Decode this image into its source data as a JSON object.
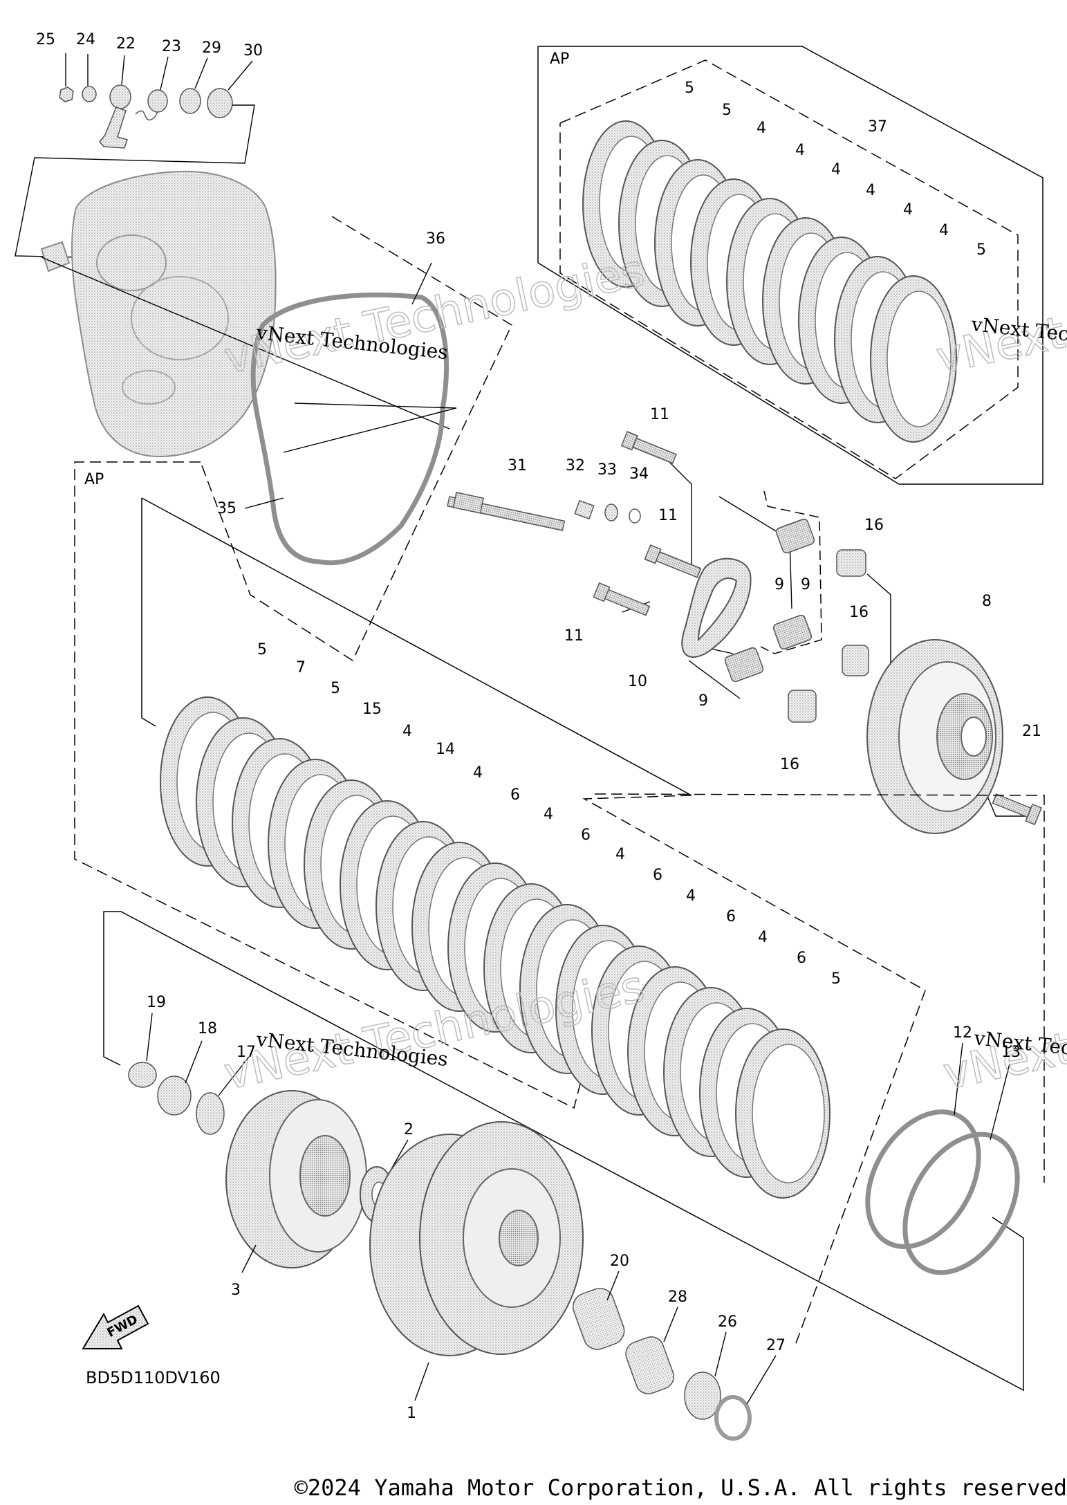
{
  "diagram": {
    "code": "BD5D110DV160",
    "box_label": "AP",
    "watermark_text": "vNext Technologies",
    "watermark_outline": "vNext Technologies",
    "fwd_label": "FWD",
    "copyright": "©2024 Yamaha Motor Corporation, U.S.A. All rights reserved",
    "callouts": {
      "c25": "25",
      "c24": "24",
      "c22": "22",
      "c23": "23",
      "c29": "29",
      "c30": "30",
      "c36": "36",
      "c35": "35",
      "c37": "37",
      "c5a": "5",
      "c5b": "5",
      "c4a": "4",
      "c4b": "4",
      "c4c": "4",
      "c4d": "4",
      "c4e": "4",
      "c4f": "4",
      "c5c": "5",
      "c11a": "11",
      "c11b": "11",
      "c11c": "11",
      "c31": "31",
      "c32": "32",
      "c33": "33",
      "c34": "34",
      "c16a": "16",
      "c16b": "16",
      "c16c": "16",
      "c9a": "9",
      "c9b": "9",
      "c9c": "9",
      "c10": "10",
      "c8": "8",
      "c21": "21",
      "p5a": "5",
      "p7": "7",
      "p5b": "5",
      "p15": "15",
      "p4a": "4",
      "p14": "14",
      "p4b": "4",
      "p6a": "6",
      "p4c": "4",
      "p6b": "6",
      "p4d": "4",
      "p6c": "6",
      "p4e": "4",
      "p6d": "6",
      "p4f": "4",
      "p6e": "6",
      "p5c": "5",
      "c19": "19",
      "c18": "18",
      "c17": "17",
      "c2": "2",
      "c3": "3",
      "c1": "1",
      "c20": "20",
      "c28": "28",
      "c26": "26",
      "c27": "27",
      "c12": "12",
      "c13": "13"
    },
    "colors": {
      "line": "#000000",
      "part_fill": "#e6e6e6",
      "part_stroke": "#5a5a5a",
      "dots": "#9a9a9a"
    }
  }
}
